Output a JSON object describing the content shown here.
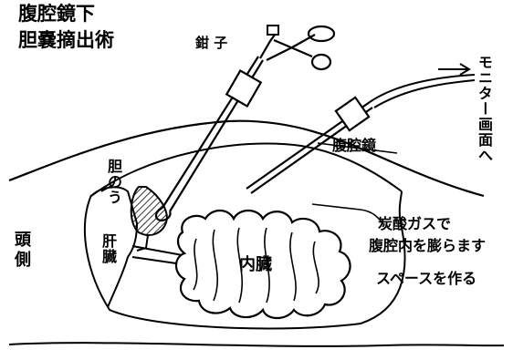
{
  "title_lines": [
    "腹腔鏡下",
    "胆嚢摘出術"
  ],
  "labels": {
    "forceps": "鉗 子",
    "laparoscope": "腹腔鏡",
    "monitor": "モニター画面へ",
    "gallbladder": "胆のう",
    "liver": "肝臓",
    "intestines": "内臓",
    "head_side": "頭側",
    "gas_line1": "炭酸ガスで",
    "gas_line2": "腹腔内を膨らます",
    "space": "スペースを作る"
  },
  "colors": {
    "ink": "#000000",
    "background": "#ffffff"
  }
}
